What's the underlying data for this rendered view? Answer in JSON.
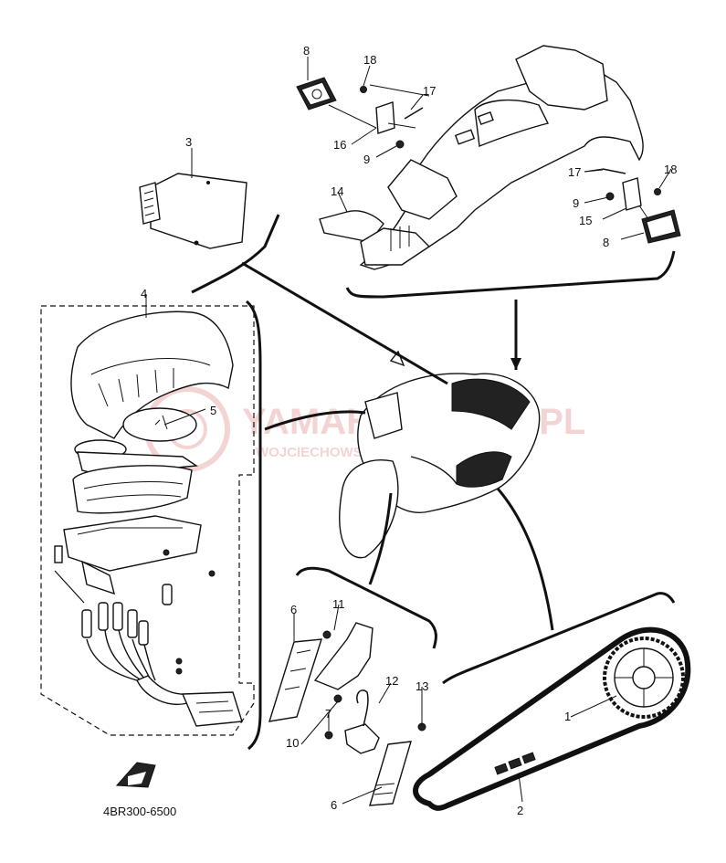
{
  "diagram": {
    "code": "4BR300-6500",
    "watermark": {
      "line1": "YAMAHA PARTS.PL",
      "line2": "WOJCIECHOWSCY | DEALER YAMAHA",
      "color": "#e8a0a0"
    },
    "callouts": {
      "c8a": "8",
      "c18a": "18",
      "c17a": "17",
      "c16": "16",
      "c9a": "9",
      "c3": "3",
      "c14": "14",
      "c17b": "17",
      "c18b": "18",
      "c9b": "9",
      "c15": "15",
      "c8b": "8",
      "c4": "4",
      "c5": "5",
      "c6a": "6",
      "c11": "11",
      "c12": "12",
      "c13": "13",
      "c7": "7",
      "c10": "10",
      "c6b": "6",
      "c1": "1",
      "c2": "2"
    }
  }
}
